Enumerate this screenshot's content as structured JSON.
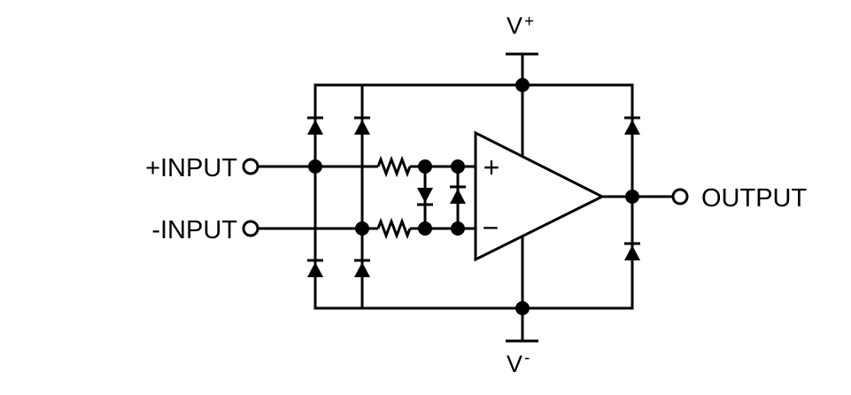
{
  "labels": {
    "input_pos": "+INPUT",
    "input_neg": "-INPUT",
    "output": "OUTPUT",
    "rail_top_base": "V",
    "rail_top_sup": "+",
    "rail_bottom_base": "V",
    "rail_bottom_sup": "-",
    "opamp_plus": "+",
    "opamp_minus": "−"
  },
  "colors": {
    "line": "#000000",
    "background": "#ffffff"
  }
}
